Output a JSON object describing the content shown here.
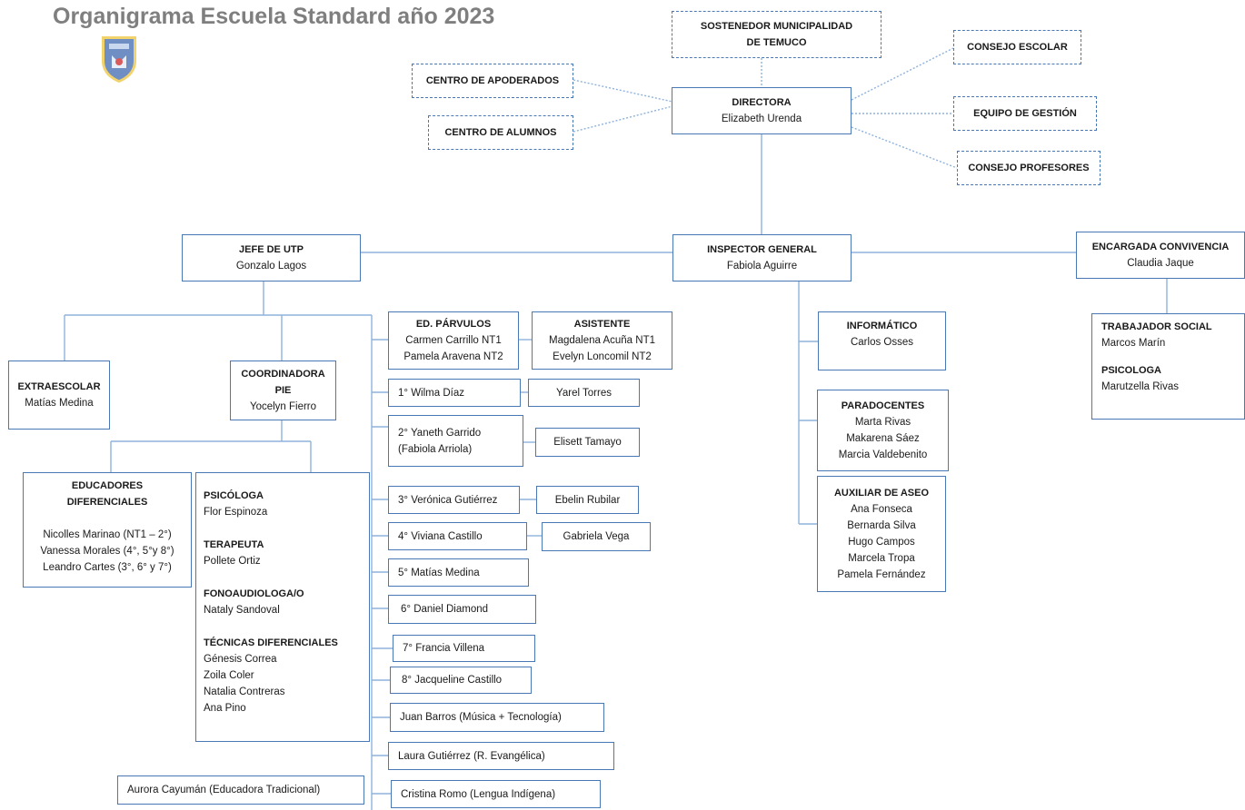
{
  "title": "Organigrama Escuela Standard año 2023",
  "logo_icon": "school-crest-icon",
  "colors": {
    "title": "#7f7f7f",
    "box_border": "#4a78b5",
    "connector": "#8fb2dc"
  },
  "top": {
    "sostenedor": {
      "line1": "SOSTENEDOR MUNICIPALIDAD",
      "line2": "DE TEMUCO"
    },
    "centro_apoderados": "CENTRO DE APODERADOS",
    "centro_alumnos": "CENTRO DE ALUMNOS",
    "directora": {
      "role": "DIRECTORA",
      "name": "Elizabeth Urenda"
    },
    "consejo_escolar": "CONSEJO ESCOLAR",
    "equipo_gestion": "EQUIPO DE GESTIÓN",
    "consejo_profesores": "CONSEJO PROFESORES"
  },
  "utp": {
    "role": "JEFE DE UTP",
    "name": "Gonzalo Lagos"
  },
  "inspector": {
    "role": "INSPECTOR GENERAL",
    "name": "Fabiola Aguirre"
  },
  "convivencia": {
    "role": "ENCARGADA CONVIVENCIA",
    "name": "Claudia Jaque"
  },
  "trabajador": {
    "role1": "TRABAJADOR SOCIAL",
    "name1": "Marcos Marín",
    "role2": "PSICOLOGA",
    "name2": "Marutzella Rivas"
  },
  "informatico": {
    "role": "INFORMÁTICO",
    "name": "Carlos Osses"
  },
  "paradocentes": {
    "role": "PARADOCENTES",
    "names": [
      "Marta Rivas",
      "Makarena Sáez",
      "Marcia Valdebenito"
    ]
  },
  "auxiliar": {
    "role": "AUXILIAR DE ASEO",
    "names": [
      "Ana Fonseca",
      "Bernarda Silva",
      "Hugo Campos",
      "Marcela Tropa",
      "Pamela Fernández"
    ]
  },
  "extraescolar": {
    "role": "EXTRAESCOLAR",
    "name": "Matías Medina"
  },
  "pie": {
    "role1": "COORDINADORA",
    "role2": "PIE",
    "name": "Yocelyn Fierro"
  },
  "educadores": {
    "role1": "EDUCADORES",
    "role2": "DIFERENCIALES",
    "names": [
      "Nicolles Marinao (NT1 – 2°)",
      "Vanessa Morales (4°, 5°y 8°)",
      "Leandro Cartes (3°, 6° y 7°)"
    ]
  },
  "pie_team": {
    "psicologa_role": "PSICÓLOGA",
    "psicologa_name": "Flor Espinoza",
    "terapeuta_role": "TERAPEUTA",
    "terapeuta_name": "Pollete Ortiz",
    "fono_role": "FONOAUDIOLOGA/O",
    "fono_name": "Nataly Sandoval",
    "tecnicas_role": "TÉCNICAS DIFERENCIALES",
    "tecnicas_names": [
      "Génesis Correa",
      "Zoila Coler",
      "Natalia Contreras",
      "Ana Pino"
    ]
  },
  "parvulos": {
    "role": "ED. PÁRVULOS",
    "names": [
      "Carmen Carrillo NT1",
      "Pamela Aravena NT2"
    ]
  },
  "asistente": {
    "role": "ASISTENTE",
    "names": [
      "Magdalena Acuña NT1",
      "Evelyn Loncomil NT2"
    ]
  },
  "cursos": {
    "c1": "1° Wilma Díaz",
    "c1_asist": "Yarel Torres",
    "c2_l1": "2° Yaneth Garrido",
    "c2_l2": "(Fabiola Arriola)",
    "c2_asist": "Elisett Tamayo",
    "c3": "3° Verónica Gutiérrez",
    "c3_asist": "Ebelin Rubilar",
    "c4": "4° Viviana Castillo",
    "c4_asist": "Gabriela Vega",
    "c5": "5° Matías Medina",
    "c6": "6° Daniel Diamond",
    "c7": "7° Francia Villena",
    "c8": "8° Jacqueline Castillo"
  },
  "otros": {
    "musica": "Juan Barros (Música + Tecnología)",
    "evangelica": "Laura Gutiérrez (R. Evangélica)",
    "indigena": "Cristina Romo (Lengua Indígena)",
    "tradicional": "Aurora Cayumán (Educadora Tradicional)"
  }
}
